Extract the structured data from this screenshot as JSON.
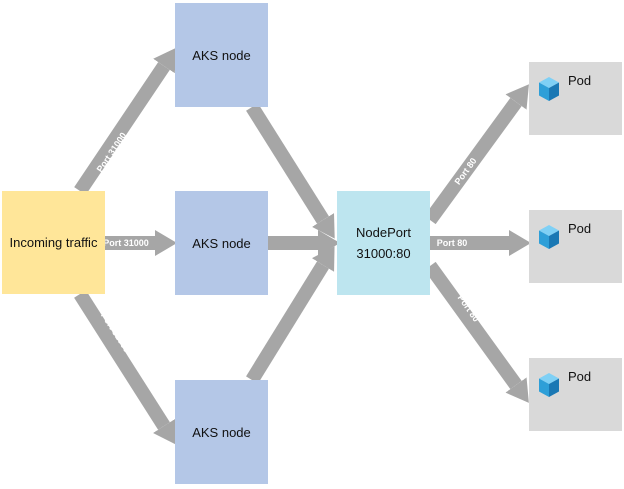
{
  "incoming": {
    "label": "Incoming traffic"
  },
  "aks_nodes": [
    {
      "label": "AKS node"
    },
    {
      "label": "AKS node"
    },
    {
      "label": "AKS node"
    }
  ],
  "nodeport": {
    "line1": "NodePort",
    "line2": "31000:80"
  },
  "pods": [
    {
      "label": "Pod"
    },
    {
      "label": "Pod"
    },
    {
      "label": "Pod"
    }
  ],
  "arrows": {
    "incoming_to_aks1": "Port 31000",
    "incoming_to_aks2": "Port 31000",
    "incoming_to_aks3": "Port 31000",
    "nodeport_to_pod1": "Port 80",
    "nodeport_to_pod2": "Port 80",
    "nodeport_to_pod3": "Port 80"
  },
  "colors": {
    "incoming": "#ffe699",
    "aks_node": "#b4c7e7",
    "nodeport": "#bde5ef",
    "pod": "#d9d9d9",
    "arrow": "#a6a6a6",
    "cube": "#2e9fd8"
  }
}
